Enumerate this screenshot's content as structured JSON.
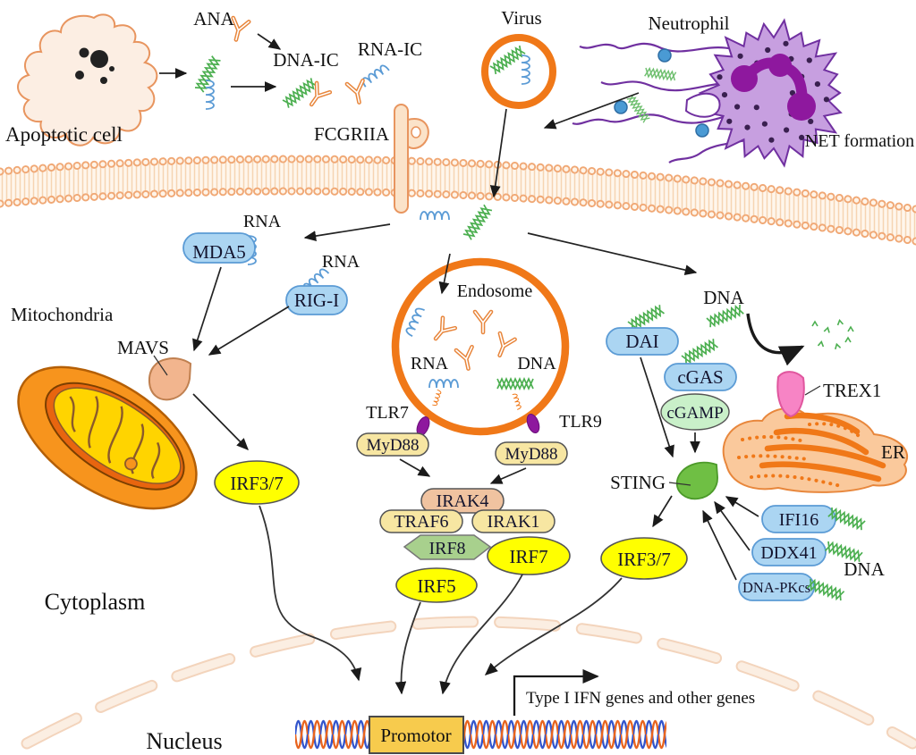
{
  "diagram": {
    "extracellular": {
      "apoptotic_cell": "Apoptotic cell",
      "ana": "ANA",
      "dna_ic": "DNA-IC",
      "rna_ic": "RNA-IC",
      "fcgriia": "FCGRIIA",
      "virus": "Virus",
      "neutrophil": "Neutrophil",
      "net_formation": "NET formation"
    },
    "cytoplasm": {
      "region": "Cytoplasm",
      "rna_mda5": "RNA",
      "mda5": "MDA5",
      "rna_rigi": "RNA",
      "rigi": "RIG-I",
      "mitochondria": "Mitochondria",
      "mavs": "MAVS",
      "irf37_left": "IRF3/7",
      "endosome": "Endosome",
      "endosome_rna": "RNA",
      "endosome_dna": "DNA",
      "tlr7": "TLR7",
      "tlr9": "TLR9",
      "myd88_left": "MyD88",
      "myd88_right": "MyD88",
      "irak4": "IRAK4",
      "traf6": "TRAF6",
      "irak1": "IRAK1",
      "irf8": "IRF8",
      "irf7": "IRF7",
      "irf5": "IRF5",
      "dna_cytosolic": "DNA",
      "dai": "DAI",
      "cgas": "cGAS",
      "cgamp": "cGAMP",
      "sting": "STING",
      "trex1": "TREX1",
      "er": "ER",
      "ifi16": "IFI16",
      "ddx41": "DDX41",
      "dna_pkcs": "DNA-PKcs",
      "dna_right": "DNA",
      "irf37_right": "IRF3/7"
    },
    "nucleus": {
      "region": "Nucleus",
      "promotor": "Promotor",
      "gene_output": "Type I IFN genes and other genes"
    }
  },
  "colors": {
    "membrane_orange": "#F0A875",
    "organelle_ring_orange": "#F07818",
    "sensor_blue_fill": "#ABD5F2",
    "sensor_blue_stroke": "#5B9BD5",
    "irf_yellow": "#FFFF00",
    "adaptor_tan": "#F7E6A2",
    "irak4_salmon": "#F0C3A0",
    "irf8_green": "#A8D08D",
    "cgamp_green": "#C9F0C9",
    "sting_green": "#6FBF44",
    "trex1_pink": "#F784C5",
    "neutrophil_purple": "#C79FE0",
    "neutrophil_nucleus_purple": "#8E189E",
    "net_strand_purple": "#7030A0",
    "mito_orange": "#F7941D",
    "mito_matrix_yellow": "#FFD400",
    "mavs_peach": "#F2B58E",
    "dna_green": "#4CAF50",
    "rna_blue": "#5B9BD5",
    "helix_blue": "#3355CC",
    "helix_orange": "#E8641E",
    "promotor_gold": "#F7CB4D",
    "antibody_orange": "#E8863C",
    "er_fill": "#FAC99C",
    "arrow_black": "#1a1a1a"
  }
}
